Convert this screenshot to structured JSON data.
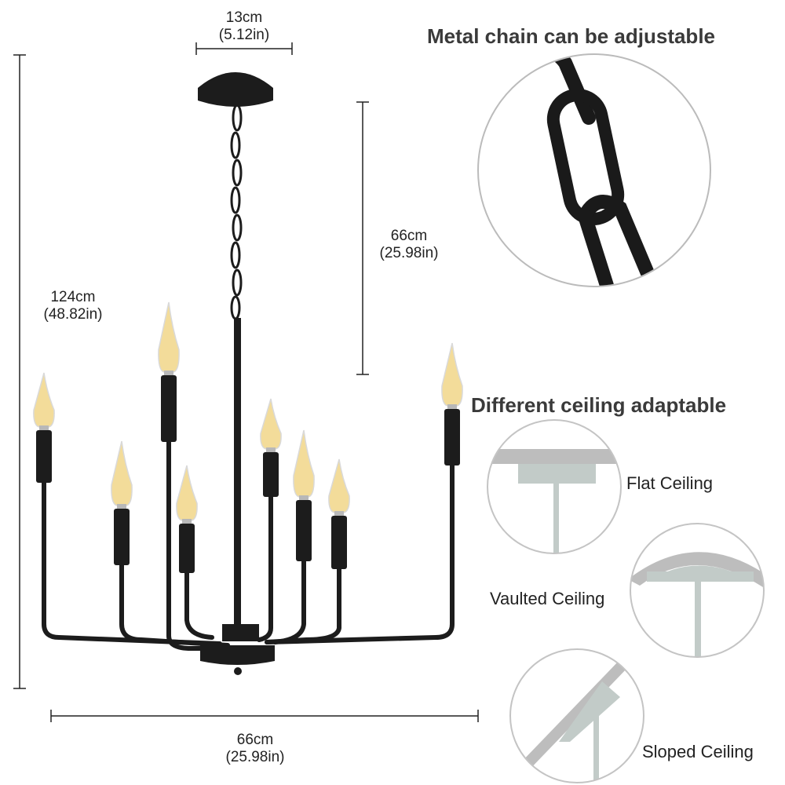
{
  "dimensions": {
    "canopy_width": {
      "cm": "13cm",
      "in": "(5.12in)"
    },
    "total_height": {
      "cm": "124cm",
      "in": "(48.82in)"
    },
    "body_height": {
      "cm": "66cm",
      "in": "(25.98in)"
    },
    "body_width": {
      "cm": "66cm",
      "in": "(25.98in)"
    }
  },
  "features": {
    "chain_heading": "Metal chain can be adjustable",
    "ceiling_heading": "Different ceiling adaptable",
    "ceilings": [
      "Flat Ceiling",
      "Vaulted Ceiling",
      "Sloped Ceiling"
    ]
  },
  "colors": {
    "fixture": "#1c1c1c",
    "ceiling_gray": "#bdbdbd",
    "mount_gray": "#c2cbc8",
    "bulb": "#f3dc9a"
  }
}
